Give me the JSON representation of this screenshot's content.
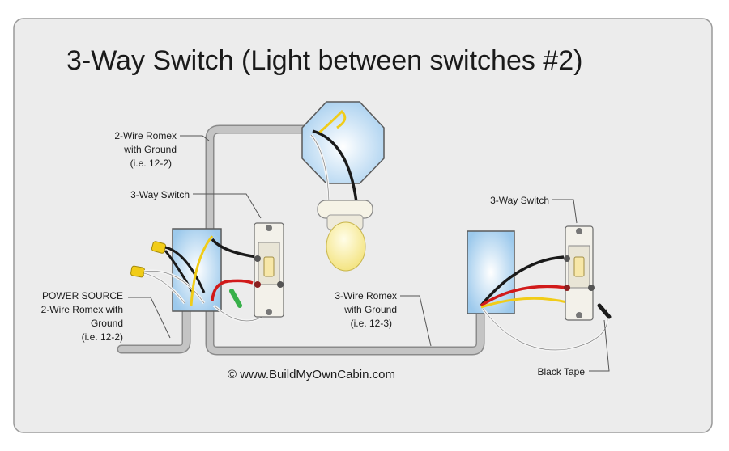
{
  "title": "3-Way Switch (Light between switches #2)",
  "labels": {
    "romex_top": [
      "2-Wire Romex",
      "with Ground",
      "(i.e. 12-2)"
    ],
    "switch_left": "3-Way Switch",
    "power_source": [
      "POWER SOURCE",
      "2-Wire Romex with",
      "Ground",
      "(i.e. 12-2)"
    ],
    "romex_3wire": [
      "3-Wire Romex",
      "with Ground",
      "(i.e. 12-3)"
    ],
    "switch_right": "3-Way Switch",
    "black_tape": "Black Tape"
  },
  "credit": "© www.BuildMyOwnCabin.com",
  "colors": {
    "panel": "#ececec",
    "cable": "#b3b3b3",
    "wire_black": "#1a1a1a",
    "wire_white": "#f4f4f4",
    "wire_red": "#d11a1a",
    "wire_yellow": "#f1cc18",
    "ground_green": "#38b04a",
    "box_blue": "#b8d8f1",
    "bulb": "#fbf3a6"
  }
}
